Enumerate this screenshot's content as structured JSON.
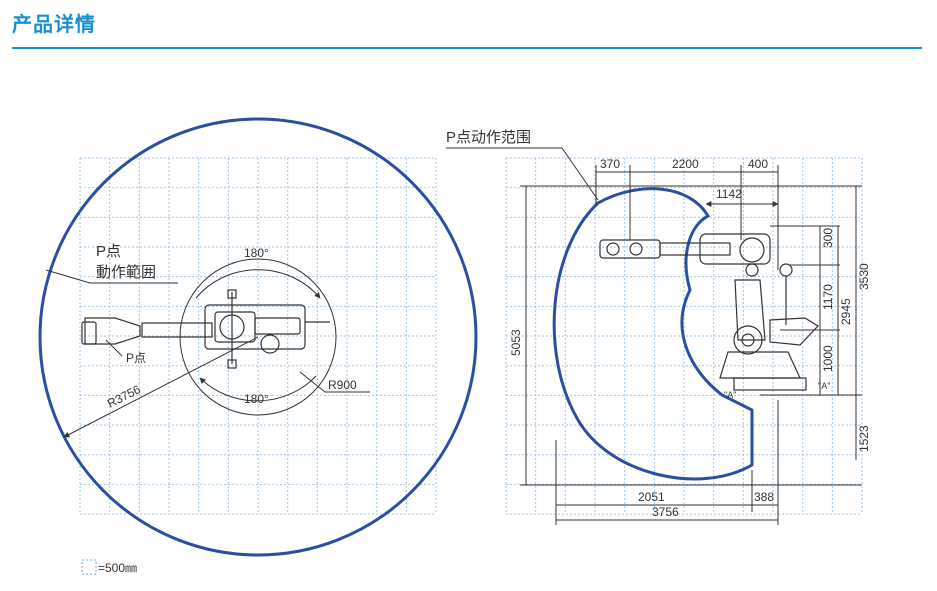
{
  "header": {
    "title": "产品详情"
  },
  "top_view": {
    "p_label": "P点",
    "range_label": "動作範囲",
    "p_point_label": "P点",
    "angle_top": "180°",
    "angle_bottom": "180°",
    "radius_outer": "R3756",
    "radius_inner": "R900"
  },
  "side_view": {
    "title": "P点动作范围",
    "dims_top": [
      "370",
      "2200",
      "400"
    ],
    "dim_1142": "1142",
    "dims_right": [
      "300",
      "1170",
      "1000",
      "2945",
      "3530",
      "1523"
    ],
    "dim_left": "5053",
    "dims_bottom": [
      "2051",
      "388",
      "3756"
    ],
    "view_mark_left": "\"A\"",
    "view_mark_right": "\"A\""
  },
  "legend": {
    "scale": "=500㎜"
  },
  "colors": {
    "accent": "#1a8fd0",
    "envelope": "#2a4f9e",
    "grid": "#9ec6ea",
    "line": "#333333"
  }
}
